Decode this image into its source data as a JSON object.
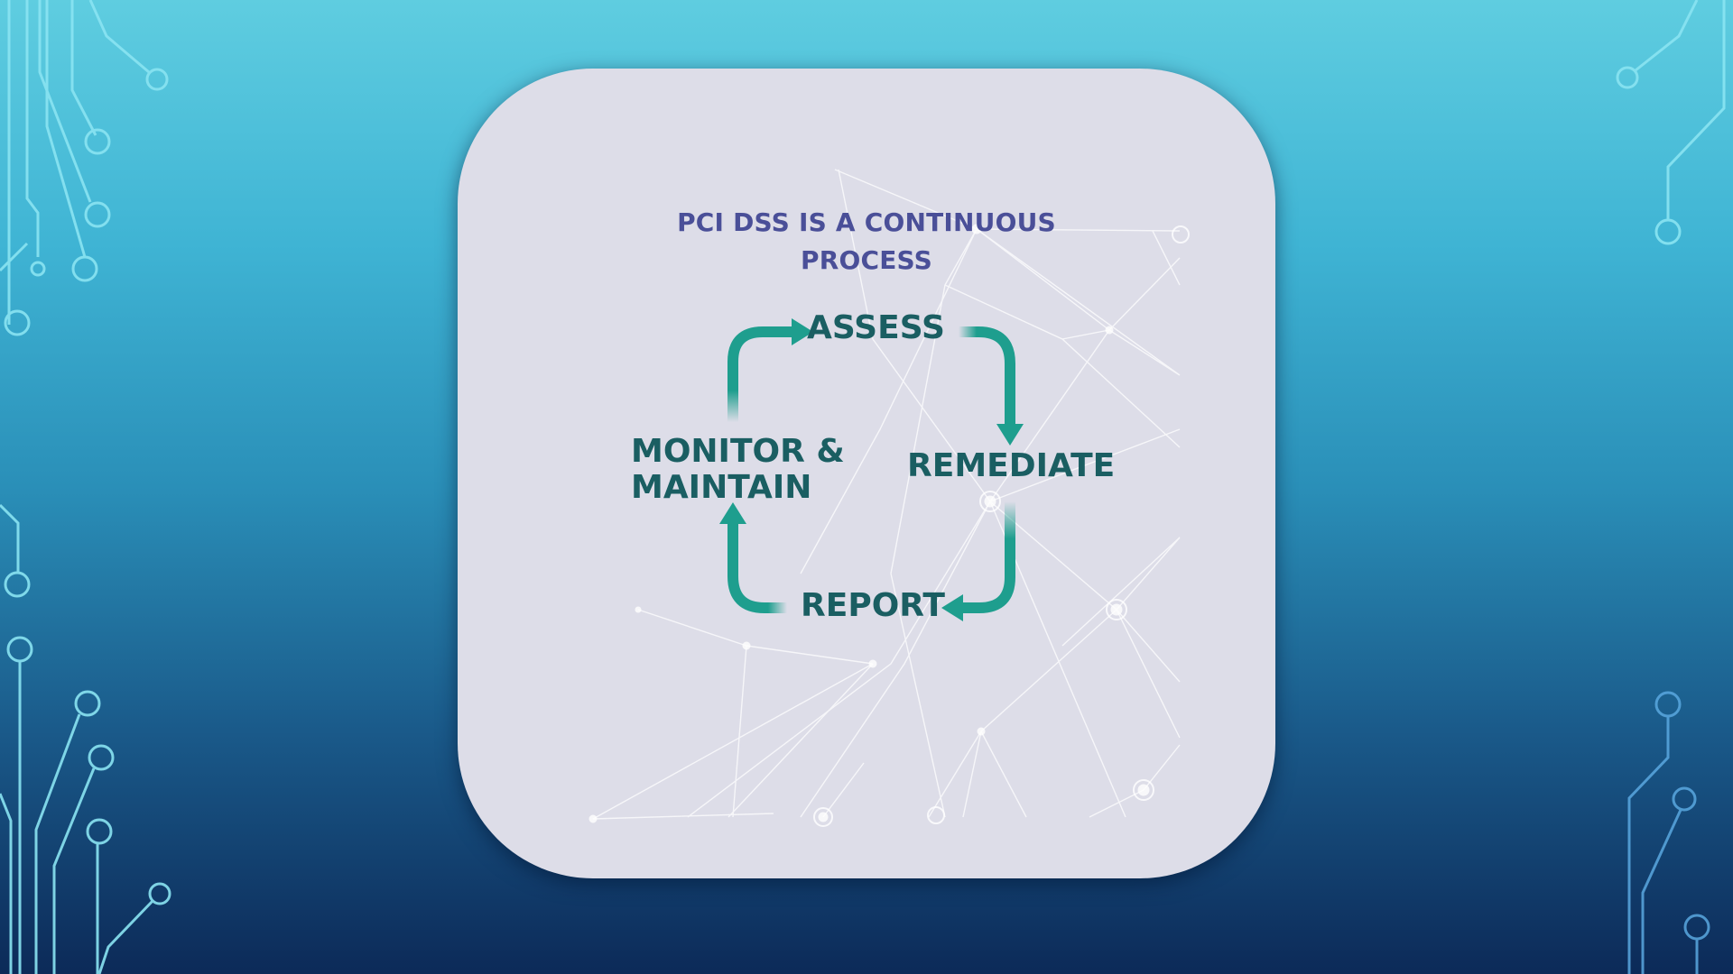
{
  "diagram": {
    "title_line1": "PCI DSS IS A CONTINUOUS",
    "title_line2": "PROCESS",
    "steps": {
      "assess": "ASSESS",
      "remediate": "REMEDIATE",
      "report": "REPORT",
      "monitor_line1": "MONITOR &",
      "monitor_line2": "MAINTAIN"
    }
  },
  "colors": {
    "title": "#4a4f98",
    "step_text": "#1a5e62",
    "arrow": "#1e9e8e",
    "card": "#dddde8",
    "circuit": "#7fe0f0"
  }
}
